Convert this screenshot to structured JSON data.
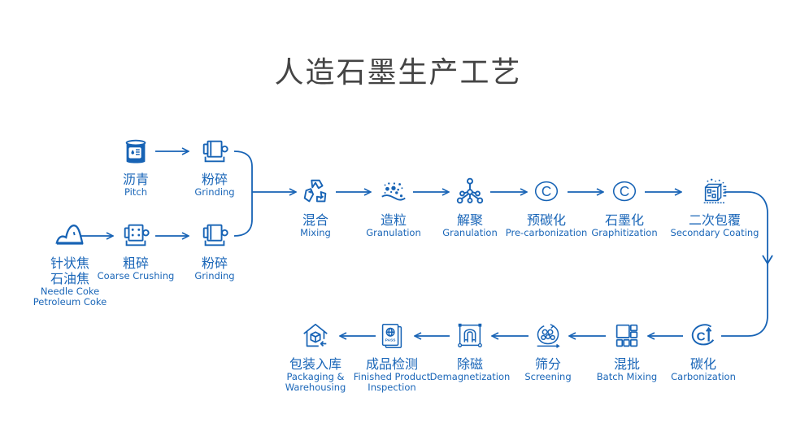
{
  "title": "人造石墨生产工艺",
  "colors": {
    "accent": "#1763b5",
    "title": "#444444",
    "background": "#ffffff"
  },
  "nodes": {
    "raw": {
      "zh1": "针状焦",
      "zh2": "石油焦",
      "en1": "Needle Coke",
      "en2": "Petroleum Coke",
      "icon": "mountain-pile-icon"
    },
    "pitch": {
      "zh": "沥青",
      "en": "Pitch",
      "icon": "barrel-icon"
    },
    "coarse": {
      "zh": "粗碎",
      "en": "Coarse Crushing",
      "icon": "crusher-icon"
    },
    "grind1": {
      "zh": "粉碎",
      "en": "Grinding",
      "icon": "mill-icon"
    },
    "grind2": {
      "zh": "粉碎",
      "en": "Grinding",
      "icon": "mill-icon"
    },
    "mixing": {
      "zh": "混合",
      "en": "Mixing",
      "icon": "recycle-icon"
    },
    "granulation": {
      "zh": "造粒",
      "en": "Granulation",
      "icon": "particles-icon"
    },
    "deagg": {
      "zh": "解聚",
      "en": "Granulation",
      "icon": "molecule-icon"
    },
    "precarb": {
      "zh": "预碳化",
      "en": "Pre-carbonization",
      "icon": "carbon-c-icon"
    },
    "graphit": {
      "zh": "石墨化",
      "en": "Graphitization",
      "icon": "carbon-c-icon"
    },
    "coating": {
      "zh": "二次包覆",
      "en": "Secondary Coating",
      "icon": "furnace-icon"
    },
    "carbon": {
      "zh": "碳化",
      "en": "Carbonization",
      "icon": "carbon-ct-icon"
    },
    "batch": {
      "zh": "混批",
      "en": "Batch Mixing",
      "icon": "grid-blocks-icon"
    },
    "screening": {
      "zh": "筛分",
      "en": "Screening",
      "icon": "sieve-icon"
    },
    "demag": {
      "zh": "除磁",
      "en": "Demagnetization",
      "icon": "magnet-icon"
    },
    "inspection": {
      "zh": "成品检测",
      "en1": "Finished Product",
      "en2": "Inspection",
      "icon": "passport-icon"
    },
    "packaging": {
      "zh": "包装入库",
      "en1": "Packaging &",
      "en2": "Warehousing",
      "icon": "warehouse-icon"
    }
  }
}
